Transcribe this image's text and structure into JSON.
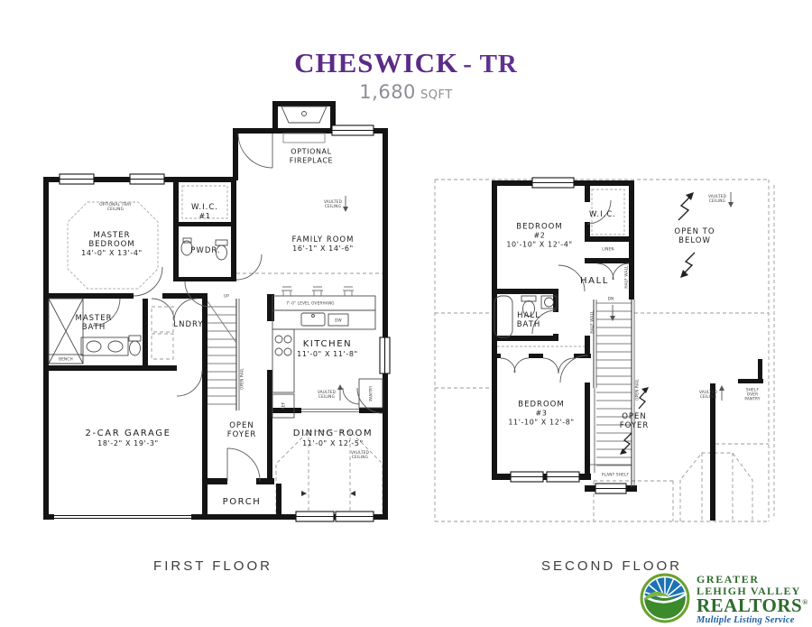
{
  "title": {
    "name": "CHESWICK",
    "suffix": "- TR",
    "sqft_value": "1,680",
    "sqft_unit": "SQFT"
  },
  "colors": {
    "accent_purple": "#5c2b87",
    "sqft_gray": "#8d8d98",
    "line_black": "#141414",
    "logo_green": "#2e6b2e",
    "logo_blue": "#1d5fa7"
  },
  "floors": {
    "first": {
      "label": "FIRST FLOOR",
      "rooms": {
        "master_bedroom": {
          "name": "MASTER BEDROOM",
          "dims": "14'-0\" X 13'-4\""
        },
        "wic1": {
          "name": "W.I.C.",
          "number": "#1"
        },
        "pwdr": {
          "name": "PWDR."
        },
        "family_room": {
          "name": "FAMILY ROOM",
          "dims": "16'-1\" X 14'-6\""
        },
        "master_bath": {
          "name": "MASTER BATH"
        },
        "lndry": {
          "name": "LNDRY."
        },
        "kitchen": {
          "name": "KITCHEN",
          "dims": "11'-0\" X 11'-8\""
        },
        "garage": {
          "name": "2-CAR GARAGE",
          "dims": "18'-2\" X 19'-3\""
        },
        "open_foyer": {
          "name": "OPEN FOYER"
        },
        "dining_room": {
          "name": "DINING ROOM",
          "dims": "11'-0\" X 12'-5\""
        },
        "porch": {
          "name": "PORCH"
        }
      },
      "notes": {
        "optional_fireplace": "OPTIONAL FIREPLACE",
        "optional_tray_ceiling": "OPTIONAL TRAY CEILING",
        "vaulted_ceiling_family": "VAULTED CEILING",
        "vaulted_ceiling_nook": "VAULTED CEILING",
        "vaulted_ceiling_dining": "VAULTED CEILING",
        "level_overhang": "7'-0\" LEVEL OVERHANG",
        "open_rail": "OPEN RAIL",
        "bench": "BENCH",
        "pantry": "PANTRY",
        "ref": "REF",
        "dw": "DW",
        "up": "UP"
      }
    },
    "second": {
      "label": "SECOND FLOOR",
      "rooms": {
        "bedroom2": {
          "name": "BEDROOM",
          "number": "#2",
          "dims": "10'-10\" X 12'-4\""
        },
        "wic": {
          "name": "W.I.C."
        },
        "linen": {
          "name": "LINEN"
        },
        "hall": {
          "name": "HALL"
        },
        "hall_bath": {
          "name": "HALL BATH"
        },
        "bedroom3": {
          "name": "BEDROOM",
          "number": "#3",
          "dims": "11'-10\" X 12'-8\""
        },
        "open_foyer": {
          "name": "OPEN FOYER"
        },
        "open_to_below": "OPEN TO BELOW"
      },
      "notes": {
        "vaulted_ceiling_top": "VAULTED CEILING",
        "vaulted_ceiling_right": "VAULTED CEILING",
        "half_wall_hall": "HALF WALL",
        "half_wall_stairs": "HALF WALL",
        "open_rail": "OPEN RAIL",
        "dn": "DN",
        "plant_shelf": "PLANT SHELF",
        "shelf_over_pantry": "SHELF OVER PANTRY"
      }
    }
  },
  "logo": {
    "line1": "GREATER",
    "line2": "LEHIGH VALLEY",
    "line3": "REALTORS",
    "reg": "®",
    "tagline": "Multiple Listing Service"
  }
}
